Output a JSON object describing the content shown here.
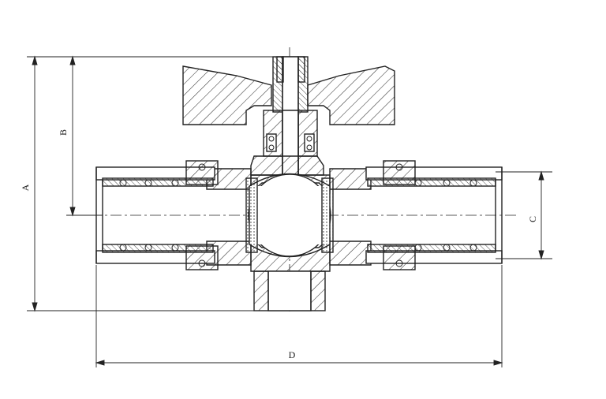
{
  "diagram": {
    "labels": {
      "dim_a": "A",
      "dim_b": "B",
      "dim_c": "C",
      "dim_d": "D"
    },
    "colors": {
      "line": "#222222",
      "background": "#ffffff"
    }
  }
}
